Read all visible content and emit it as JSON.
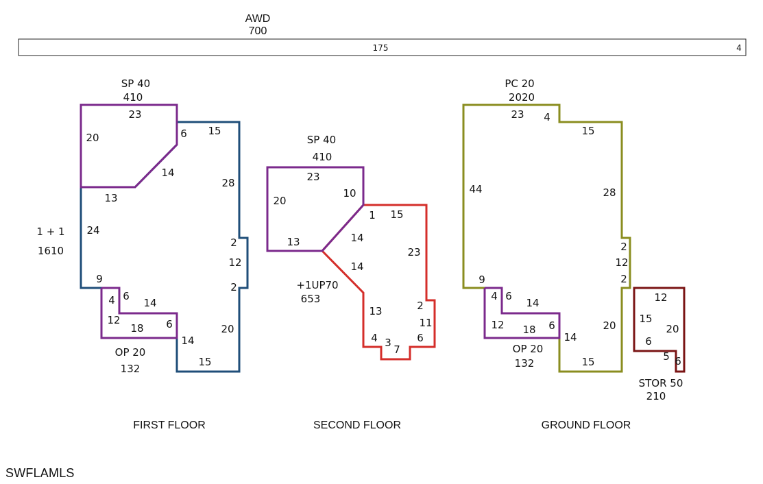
{
  "colors": {
    "blue": "#1f4e79",
    "purple": "#7b2a8c",
    "red": "#d42e2a",
    "olive": "#8a8d1f",
    "maroon": "#7a1414",
    "text": "#111111"
  },
  "awd": {
    "code": "AWD",
    "area": "700",
    "length": "175",
    "width": "4"
  },
  "first_floor": {
    "title": "FIRST FLOOR",
    "main_code": "1 + 1",
    "main_area": "1610",
    "sp_code": "SP 40",
    "sp_area": "410",
    "op_code": "OP 20",
    "op_area": "132",
    "dims": [
      "23",
      "6",
      "15",
      "20",
      "14",
      "13",
      "28",
      "24",
      "2",
      "12",
      "2",
      "9",
      "4",
      "6",
      "14",
      "12",
      "18",
      "6",
      "20",
      "14",
      "15"
    ]
  },
  "second_floor": {
    "title": "SECOND FLOOR",
    "sp_code": "SP 40",
    "sp_area": "410",
    "up_code": "+1UP70",
    "up_area": "653",
    "dims": [
      "23",
      "20",
      "10",
      "13",
      "1",
      "15",
      "14",
      "14",
      "23",
      "13",
      "2",
      "11",
      "4",
      "3",
      "7",
      "6"
    ]
  },
  "ground_floor": {
    "title": "GROUND FLOOR",
    "pc_code": "PC 20",
    "pc_area": "2020",
    "op_code": "OP 20",
    "op_area": "132",
    "stor_code": "STOR 50",
    "stor_area": "210",
    "dims": [
      "23",
      "4",
      "15",
      "44",
      "28",
      "2",
      "12",
      "2",
      "9",
      "4",
      "6",
      "14",
      "12",
      "18",
      "6",
      "14",
      "20",
      "15",
      "12",
      "15",
      "20",
      "6",
      "5",
      "6"
    ]
  },
  "watermark": "SWFLAMLS"
}
